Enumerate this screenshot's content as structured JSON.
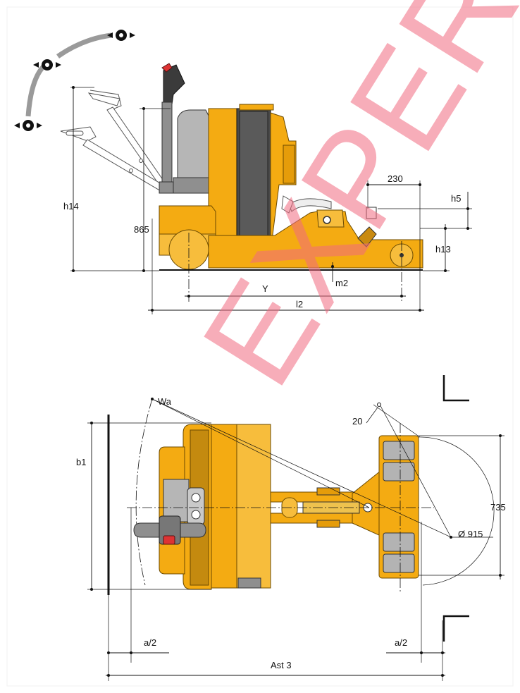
{
  "watermark": "EXPERT",
  "side_view": {
    "labels": {
      "h14": "h14",
      "h865": "865",
      "d230": "230",
      "h5": "h5",
      "h13": "h13",
      "m2": "m2",
      "y": "Y",
      "l2": "l2"
    }
  },
  "top_view": {
    "labels": {
      "wa": "Wa",
      "a20": "20",
      "b1": "b1",
      "d735": "735",
      "dia915": "Ø 915",
      "a2_left": "a/2",
      "a2_right": "a/2",
      "ast3": "Ast 3"
    }
  },
  "colors": {
    "chassis": "#f4ab12",
    "battery": "#555555",
    "handle": "#8f8f8f",
    "watermark": "#f26b80"
  }
}
